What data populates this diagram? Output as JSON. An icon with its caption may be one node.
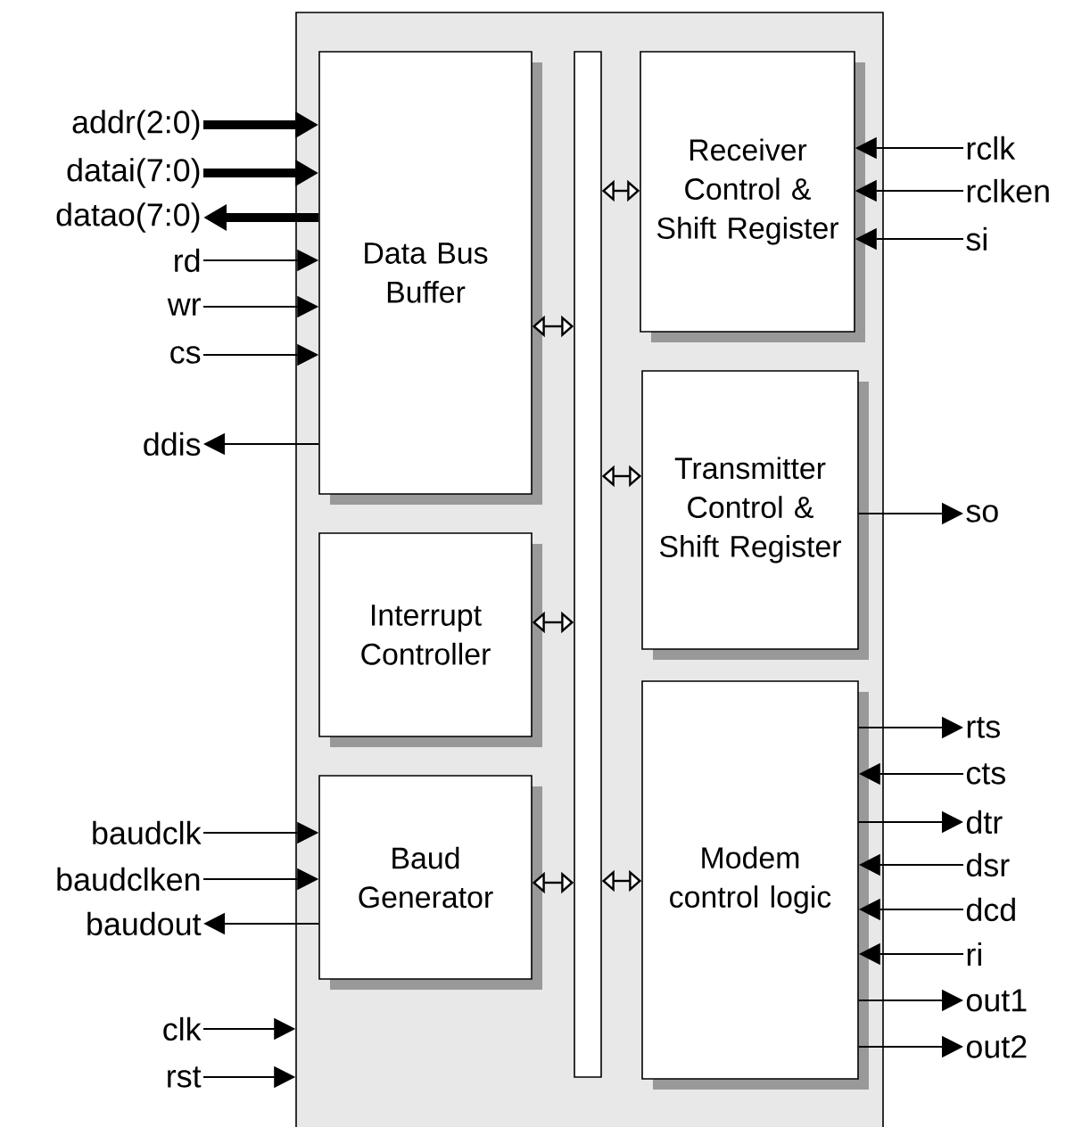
{
  "diagram": {
    "nodes": [
      {
        "text": [],
        "shape": "box"
      },
      {
        "text": [
          "Data Bus Buffer"
        ],
        "in": 0
      },
      {
        "text": [
          "Interrupt Controller"
        ],
        "in": 0
      },
      {
        "text": [
          "Baud Generator"
        ],
        "in": 0
      },
      {
        "text": [],
        "shape": "bar",
        "in": 0
      },
      {
        "text": [
          "Receiver Control & Shift Register"
        ],
        "in": 0
      },
      {
        "text": [
          "Transmitter Control & Shift Register"
        ],
        "in": 0
      },
      {
        "text": [
          "Modem control logic"
        ],
        "in": 0
      },
      {
        "text": [
          "addr(2:0)"
        ]
      },
      {
        "text": [
          "datai(7:0)"
        ]
      },
      {
        "text": [
          "datao(7:0)"
        ]
      },
      {
        "text": [
          "rd"
        ]
      },
      {
        "text": [
          "wr"
        ]
      },
      {
        "text": [
          "cs"
        ]
      },
      {
        "text": [
          "ddis"
        ]
      },
      {
        "text": [
          "baudclk"
        ]
      },
      {
        "text": [
          "baudclken"
        ]
      },
      {
        "text": [
          "baudout"
        ]
      },
      {
        "text": [
          "clk"
        ]
      },
      {
        "text": [
          "rst"
        ]
      },
      {
        "text": [
          "rclk"
        ]
      },
      {
        "text": [
          "rclken"
        ]
      },
      {
        "text": [
          "si"
        ]
      },
      {
        "text": [
          "so"
        ]
      },
      {
        "text": [
          "rts"
        ]
      },
      {
        "text": [
          "cts"
        ]
      },
      {
        "text": [
          "dtr"
        ]
      },
      {
        "text": [
          "dsr"
        ]
      },
      {
        "text": [
          "dcd"
        ]
      },
      {
        "text": [
          "ri"
        ]
      },
      {
        "text": [
          "out1"
        ]
      },
      {
        "text": [
          "out2"
        ]
      }
    ],
    "edges": [
      {
        "from": 8,
        "to": 1,
        "arrow": "to",
        "style": "thick"
      },
      {
        "from": 9,
        "to": 1,
        "arrow": "to",
        "style": "thick"
      },
      {
        "from": 1,
        "to": 10,
        "arrow": "to",
        "style": "thick"
      },
      {
        "from": 11,
        "to": 1,
        "arrow": "to"
      },
      {
        "from": 12,
        "to": 1,
        "arrow": "to"
      },
      {
        "from": 13,
        "to": 1,
        "arrow": "to"
      },
      {
        "from": 1,
        "to": 14,
        "arrow": "to"
      },
      {
        "from": 15,
        "to": 3,
        "arrow": "to"
      },
      {
        "from": 16,
        "to": 3,
        "arrow": "to"
      },
      {
        "from": 3,
        "to": 17,
        "arrow": "to"
      },
      {
        "from": 18,
        "to": 0,
        "arrow": "to"
      },
      {
        "from": 19,
        "to": 0,
        "arrow": "to"
      },
      {
        "from": 20,
        "to": 5,
        "arrow": "to"
      },
      {
        "from": 21,
        "to": 5,
        "arrow": "to"
      },
      {
        "from": 22,
        "to": 5,
        "arrow": "to"
      },
      {
        "from": 6,
        "to": 23,
        "arrow": "to"
      },
      {
        "from": 7,
        "to": 24,
        "arrow": "to"
      },
      {
        "from": 25,
        "to": 7,
        "arrow": "to"
      },
      {
        "from": 7,
        "to": 26,
        "arrow": "to"
      },
      {
        "from": 27,
        "to": 7,
        "arrow": "to"
      },
      {
        "from": 28,
        "to": 7,
        "arrow": "to"
      },
      {
        "from": 29,
        "to": 7,
        "arrow": "to"
      },
      {
        "from": 7,
        "to": 30,
        "arrow": "to"
      },
      {
        "from": 7,
        "to": 31,
        "arrow": "to"
      },
      {
        "from": 1,
        "to": 4,
        "arrow": "both"
      },
      {
        "from": 2,
        "to": 4,
        "arrow": "both"
      },
      {
        "from": 3,
        "to": 4,
        "arrow": "both"
      },
      {
        "from": 4,
        "to": 5,
        "arrow": "both"
      },
      {
        "from": 4,
        "to": 6,
        "arrow": "both"
      },
      {
        "from": 4,
        "to": 7,
        "arrow": "both"
      }
    ]
  }
}
